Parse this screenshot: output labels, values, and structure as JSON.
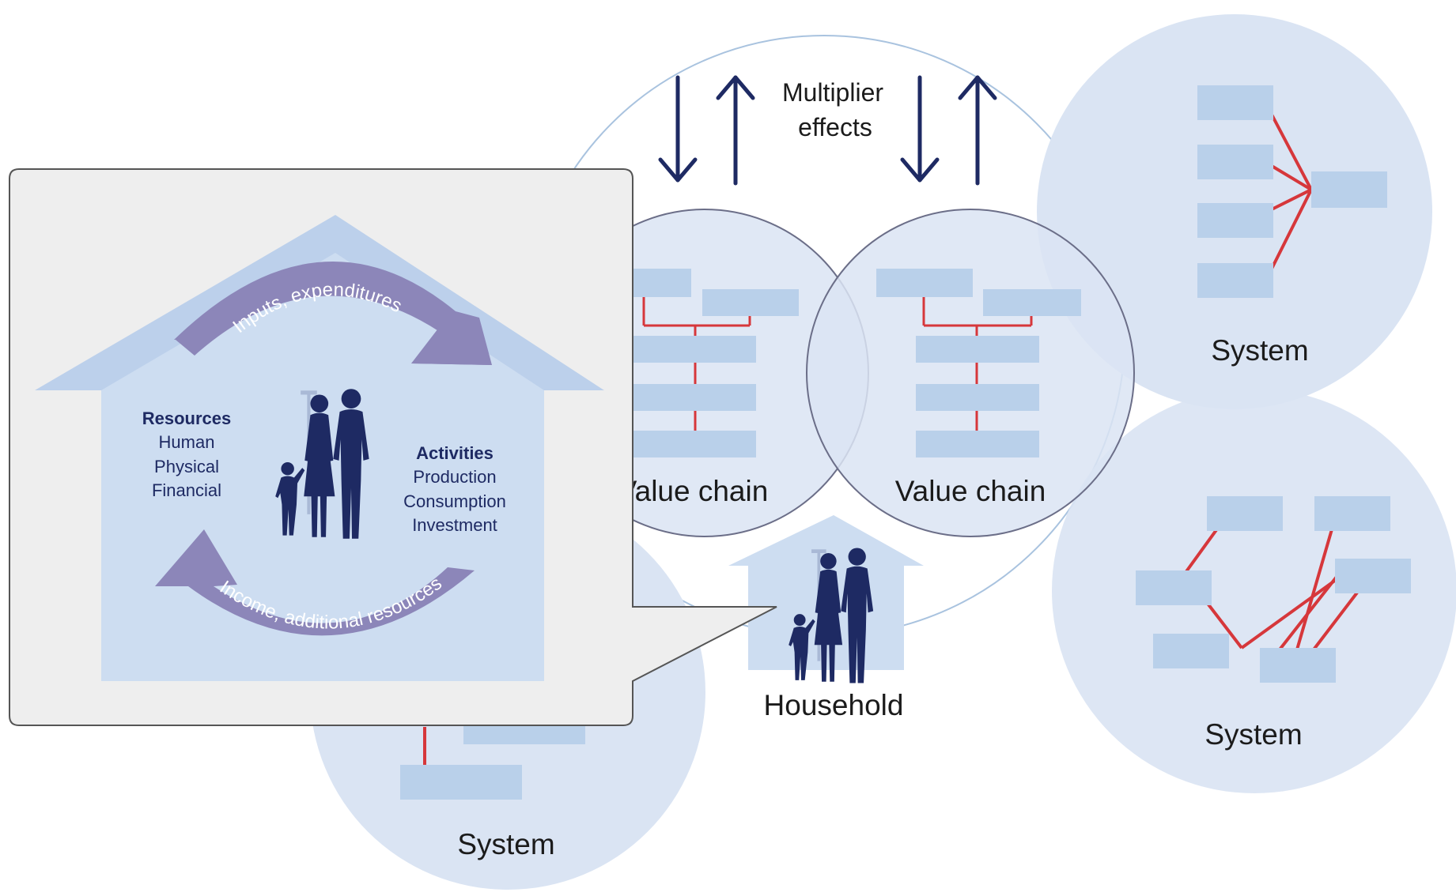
{
  "labels": {
    "multiplier_line1": "Multiplier",
    "multiplier_line2": "effects",
    "value_chain_left": "Value chain",
    "value_chain_right": "Value chain",
    "system_top_right": "System",
    "system_bottom_right": "System",
    "system_bottom_left": "System",
    "household": "Household"
  },
  "callout": {
    "arc_top": "Inputs, expenditures",
    "arc_bottom": "Income, additional resources",
    "resources": {
      "heading": "Resources",
      "items": [
        "Human",
        "Physical",
        "Financial"
      ]
    },
    "activities": {
      "heading": "Activities",
      "items": [
        "Production",
        "Consumption",
        "Investment"
      ]
    }
  },
  "colors": {
    "box": "#b9d0ea",
    "system_circle": "#dae4f3",
    "red_link": "#d6373b",
    "navy": "#1e2a63",
    "arc": "#8c86b9",
    "house_outer": "#bcd0eb",
    "house_inner": "#cdddf1",
    "callout_bg": "#eeeeee",
    "big_circle_stroke": "#a9c3df",
    "vc_stroke": "#6b6e88"
  }
}
